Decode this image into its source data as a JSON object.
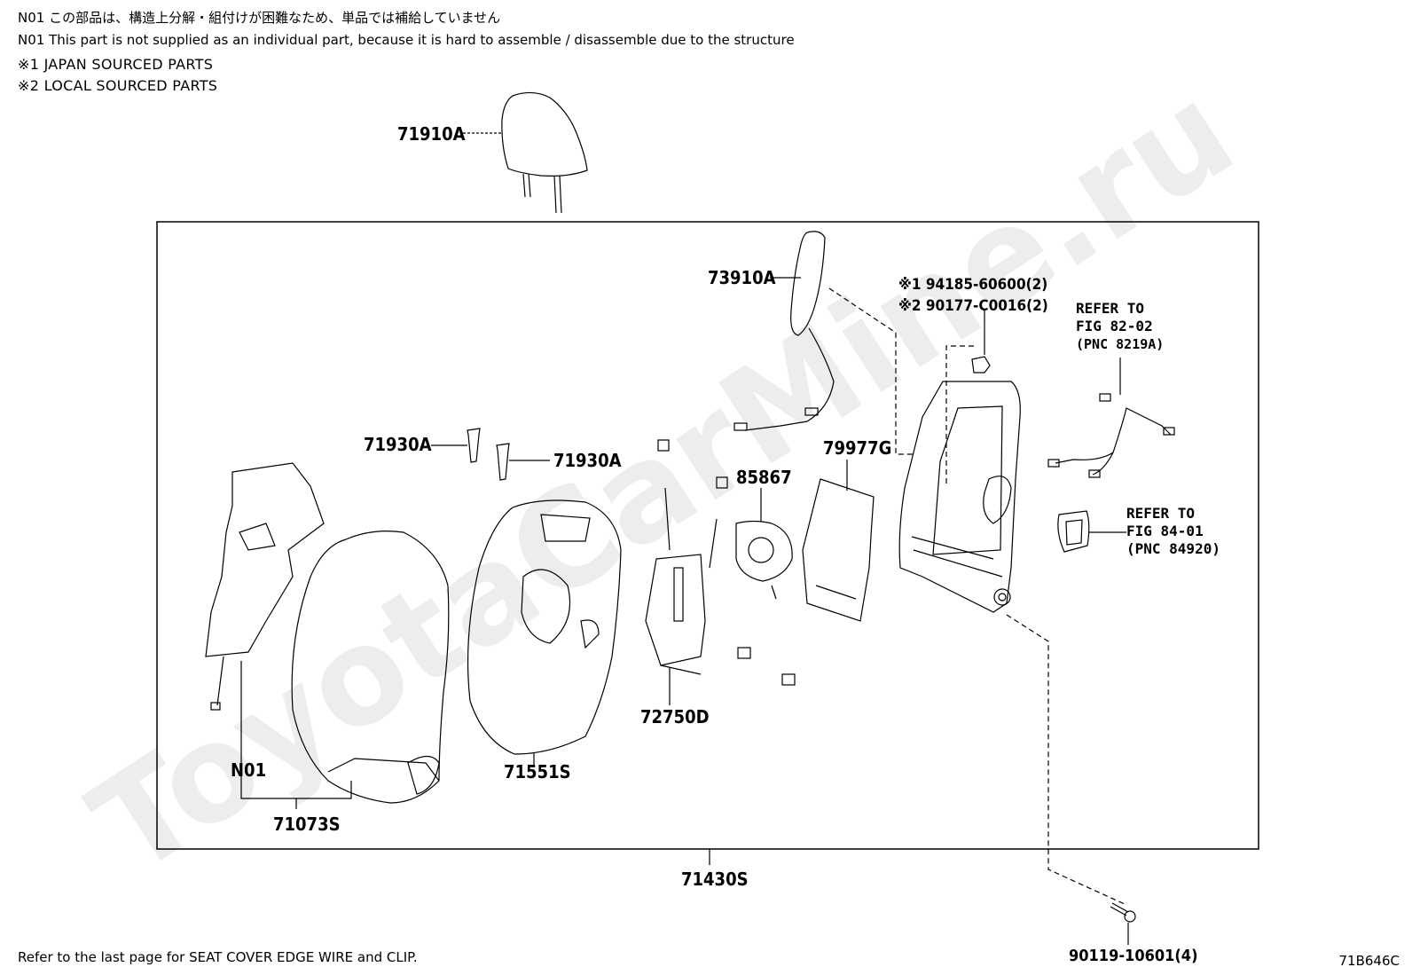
{
  "notes": {
    "n01_jp": "N01 この部品は、構造上分解・組付けが困難なため、単品では補給していません",
    "n01_en": "N01 This part is not supplied as an individual part, because it is hard to assemble / disassemble due to the structure",
    "mark1": "※1  JAPAN SOURCED PARTS",
    "mark2": "※2  LOCAL SOURCED PARTS"
  },
  "parts": {
    "p71910A": "71910A",
    "p73910A": "73910A",
    "p94185": "※1 94185-60600(2)",
    "p90177": "※2 90177-C0016(2)",
    "p71930A_1": "71930A",
    "p71930A_2": "71930A",
    "p79977G": "79977G",
    "p85867": "85867",
    "p72750D": "72750D",
    "p71551S": "71551S",
    "pN01": "N01",
    "p71073S": "71073S",
    "p71430S": "71430S",
    "p90119": "90119-10601(4)"
  },
  "refs": {
    "r1_line1": "REFER TO",
    "r1_line2": "FIG 82-02",
    "r1_line3": "(PNC 8219A)",
    "r2_line1": "REFER TO",
    "r2_line2": "FIG 84-01",
    "r2_line3": "(PNC 84920)"
  },
  "footer": {
    "left": "Refer to the last page   for SEAT COVER EDGE WIRE and CLIP.",
    "code": "71B646C"
  },
  "watermark": "ToyotaCarMine.ru"
}
